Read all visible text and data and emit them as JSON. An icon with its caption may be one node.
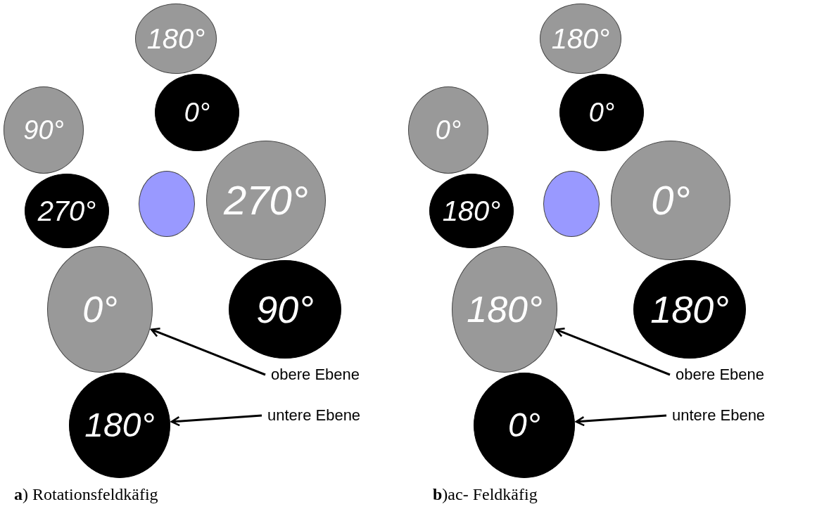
{
  "diagram": {
    "nodes": [
      {
        "text": [
          "180°"
        ]
      },
      {
        "text": [
          "0°"
        ]
      },
      {
        "text": [
          "90°"
        ]
      },
      {
        "text": [
          "270°"
        ]
      },
      {
        "text": [],
        "shape": "circle"
      },
      {
        "text": [
          "270°"
        ]
      },
      {
        "text": [
          "90°"
        ]
      },
      {
        "text": [
          "0°"
        ]
      },
      {
        "text": [
          "180°"
        ]
      },
      {
        "text": [
          "obere Ebene"
        ]
      },
      {
        "text": [
          "untere Ebene"
        ]
      },
      {
        "text": [
          "180°"
        ]
      },
      {
        "text": [
          "0°"
        ]
      },
      {
        "text": [
          "0°"
        ]
      },
      {
        "text": [
          "180°"
        ]
      },
      {
        "text": [],
        "shape": "circle"
      },
      {
        "text": [
          "0°"
        ]
      },
      {
        "text": [
          "180°"
        ]
      },
      {
        "text": [
          "180°"
        ]
      },
      {
        "text": [
          "0°"
        ]
      },
      {
        "text": [
          "obere Ebene"
        ]
      },
      {
        "text": [
          "untere Ebene"
        ]
      }
    ],
    "edges": [
      {
        "from": 9,
        "to": 7,
        "arrow": "to"
      },
      {
        "from": 10,
        "to": 8,
        "arrow": "to"
      },
      {
        "from": 20,
        "to": 18,
        "arrow": "to"
      },
      {
        "from": 21,
        "to": 19,
        "arrow": "to"
      }
    ],
    "labels": [
      "**a**) Rotationsfeldkäfig",
      "**b**)ac- Feldkäfig"
    ]
  }
}
